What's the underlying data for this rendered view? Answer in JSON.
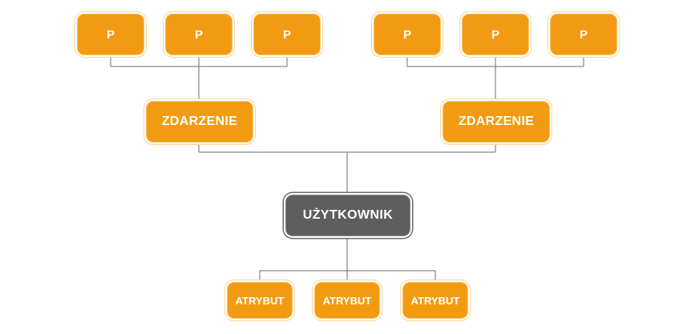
{
  "diagram": {
    "user": {
      "label": "UŻYTKOWNIK"
    },
    "events": [
      {
        "label": "ZDARZENIE",
        "params": [
          {
            "label": "P"
          },
          {
            "label": "P"
          },
          {
            "label": "P"
          }
        ]
      },
      {
        "label": "ZDARZENIE",
        "params": [
          {
            "label": "P"
          },
          {
            "label": "P"
          },
          {
            "label": "P"
          }
        ]
      }
    ],
    "attributes": [
      {
        "label": "ATRYBUT"
      },
      {
        "label": "ATRYBUT"
      },
      {
        "label": "ATRYBUT"
      }
    ],
    "colors": {
      "node_fill": "#F29B12",
      "user_fill": "#5E5E5E",
      "text": "#FFFFFF",
      "connector": "#6E6E6E"
    }
  }
}
